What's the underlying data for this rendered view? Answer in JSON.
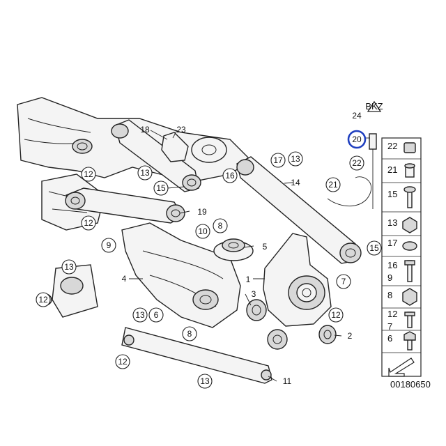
{
  "diagram": {
    "circled_callouts": [
      "12",
      "13",
      "15",
      "12",
      "9",
      "13",
      "12",
      "13",
      "6",
      "8",
      "12",
      "13",
      "10",
      "8",
      "16",
      "17",
      "13",
      "21",
      "22",
      "15",
      "7",
      "12",
      "20"
    ],
    "plain_callouts": [
      "18",
      "23",
      "19",
      "14",
      "5",
      "4",
      "3",
      "1",
      "2",
      "11",
      "24"
    ],
    "highlight_color": "#1f3fbf",
    "highlighted_callout": "20",
    "warning_label": "BKZ",
    "catalog_number": "00180650"
  },
  "legend": {
    "items": [
      {
        "label": "22"
      },
      {
        "label": "21"
      },
      {
        "label": "15"
      },
      {
        "label": "13"
      },
      {
        "label": "17"
      },
      {
        "label": "16"
      },
      {
        "label": "9"
      },
      {
        "label": "8"
      },
      {
        "label": "12"
      },
      {
        "label": "7"
      },
      {
        "label": "6"
      }
    ]
  }
}
